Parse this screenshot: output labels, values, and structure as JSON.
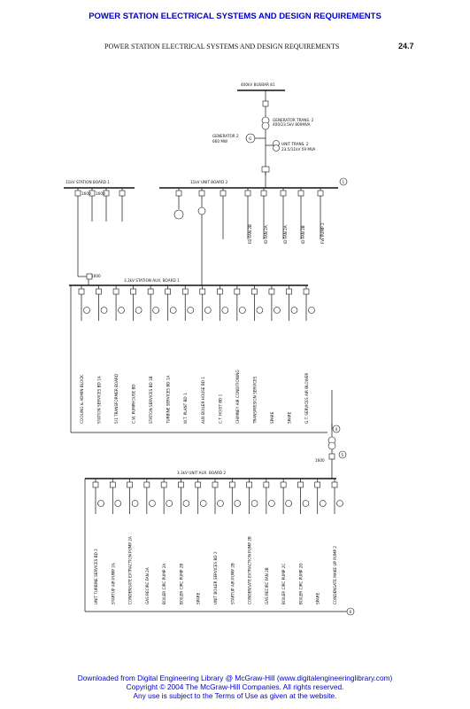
{
  "banner": "POWER STATION ELECTRICAL SYSTEMS AND DESIGN REQUIREMENTS",
  "running_head": "POWER STATION ELECTRICAL SYSTEMS AND DESIGN REQUIREMENTS",
  "page_number": "24.7",
  "diagram": {
    "top_bus": "400kV BUSBAR 81",
    "generator_transformer": [
      "GENERATOR TRANS. 2",
      "400/23.5kV 800MVA"
    ],
    "generator": [
      "GENERATOR 2",
      "660 MW"
    ],
    "unit_transformer": [
      "UNIT TRANS. 2",
      "23.5/11kV 59 MVA"
    ],
    "station_board": "11kV STATION BOARD 1",
    "unit_board": "11kV UNIT BOARD 2",
    "station_aux_board": "3.3kV STATION AUX. BOARD 1",
    "unit_aux_board": "3.3kV UNIT AUX. BOARD 2",
    "breaker_label": "1600",
    "marks": [
      "1",
      "4",
      "5",
      "6"
    ],
    "unit_board_feeders": [
      "ID FAN 2A",
      "FD FAN 2B",
      "ID FAN 2A",
      "ID FAN 2B",
      "FW PUMP 2"
    ],
    "station_aux_feeders": [
      "COOLING & ADMIN BLOCK",
      "STATION SERVICES BD 1A",
      "5/1 TRANSFORMER BOARD",
      "C.W. PUMPHOUSE BD",
      "STATION SERVICES BD 1B",
      "TURBINE SERVICES BD 1A",
      "W.T. PLANT BD 1",
      "AUX BOILER HOUSE BD 1",
      "C.T. HOIST BD 1",
      "CHIMNEY AIR CONDITIONING",
      "TRANSMISSION SERVICES",
      "SPARE",
      "SPARE",
      "G.T. SERVICES AIR BLOWER"
    ],
    "unit_aux_feeders": [
      "UNIT TURBINE SERVICES BD 2",
      "STARTUP AIR PUMP 2A",
      "CONDENSATE EXTRACTION PUMP 2A",
      "GAS RECIRC FAN 2A",
      "BOILER CIRC PUMP 2A",
      "BOILER CIRC PUMP 2B",
      "SPARE",
      "UNIT BOILER SERVICES BD 2",
      "STARTUP AIR PUMP 2B",
      "CONDENSATE EXTRACTION PUMP 2B",
      "GAS RECIRC FAN 2B",
      "BOILER CIRC PUMP 2C",
      "BOILER CIRC PUMP 2D",
      "SPARE",
      "CONDENSATE MAKE UP PUMP 2"
    ]
  },
  "footer": {
    "line1": "Downloaded from Digital Engineering Library @ McGraw-Hill (www.digitalengineeringlibrary.com)",
    "line2": "Copyright © 2004 The McGraw-Hill Companies. All rights reserved.",
    "line3": "Any use is subject to the Terms of Use as given at the website."
  }
}
